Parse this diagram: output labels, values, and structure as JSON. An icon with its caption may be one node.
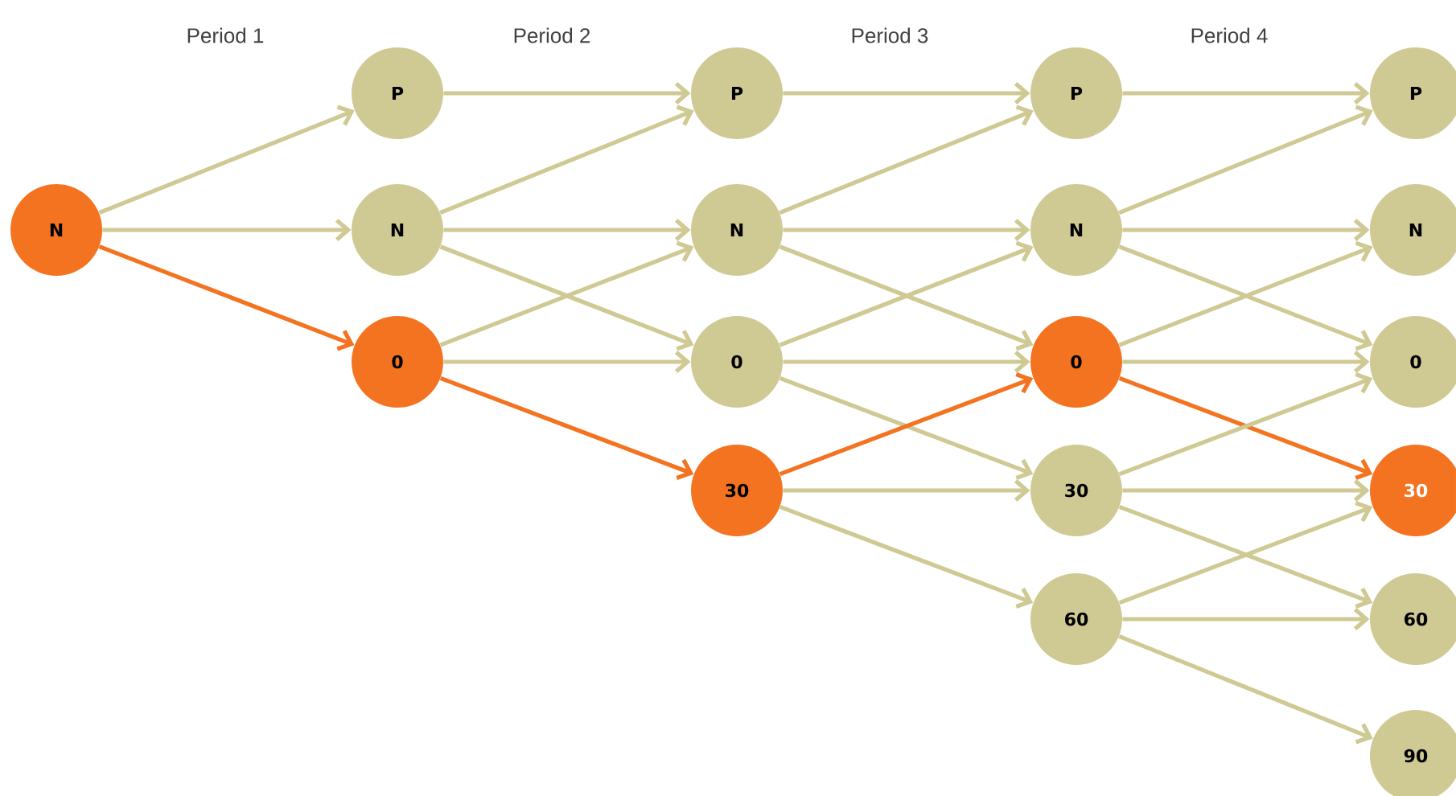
{
  "diagram": {
    "nodes": [
      {
        "text": [
          "N"
        ]
      },
      {
        "text": [
          "P"
        ]
      },
      {
        "text": [
          "N"
        ]
      },
      {
        "text": [
          "0"
        ]
      },
      {
        "text": [
          "P"
        ]
      },
      {
        "text": [
          "N"
        ]
      },
      {
        "text": [
          "0"
        ]
      },
      {
        "text": [
          "30"
        ]
      },
      {
        "text": [
          "P"
        ]
      },
      {
        "text": [
          "N"
        ]
      },
      {
        "text": [
          "0"
        ]
      },
      {
        "text": [
          "30"
        ]
      },
      {
        "text": [
          "60"
        ]
      },
      {
        "text": [
          "P"
        ]
      },
      {
        "text": [
          "N"
        ]
      },
      {
        "text": [
          "0"
        ]
      },
      {
        "text": [
          "30"
        ]
      },
      {
        "text": [
          "60"
        ]
      },
      {
        "text": [
          "90"
        ]
      }
    ],
    "edges": [
      {
        "from": 0,
        "to": 1,
        "arrow": "to"
      },
      {
        "from": 0,
        "to": 2,
        "arrow": "to"
      },
      {
        "from": 0,
        "to": 3,
        "arrow": "to",
        "color": "#f47321"
      },
      {
        "from": 1,
        "to": 4,
        "arrow": "to"
      },
      {
        "from": 2,
        "to": 4,
        "arrow": "to"
      },
      {
        "from": 2,
        "to": 5,
        "arrow": "to"
      },
      {
        "from": 2,
        "to": 6,
        "arrow": "to"
      },
      {
        "from": 3,
        "to": 5,
        "arrow": "to"
      },
      {
        "from": 3,
        "to": 6,
        "arrow": "to"
      },
      {
        "from": 3,
        "to": 7,
        "arrow": "to",
        "color": "#f47321"
      },
      {
        "from": 4,
        "to": 8,
        "arrow": "to"
      },
      {
        "from": 5,
        "to": 8,
        "arrow": "to"
      },
      {
        "from": 5,
        "to": 9,
        "arrow": "to"
      },
      {
        "from": 5,
        "to": 10,
        "arrow": "to"
      },
      {
        "from": 6,
        "to": 9,
        "arrow": "to"
      },
      {
        "from": 6,
        "to": 10,
        "arrow": "to"
      },
      {
        "from": 6,
        "to": 11,
        "arrow": "to"
      },
      {
        "from": 7,
        "to": 10,
        "arrow": "to",
        "color": "#f47321"
      },
      {
        "from": 7,
        "to": 11,
        "arrow": "to"
      },
      {
        "from": 7,
        "to": 12,
        "arrow": "to"
      },
      {
        "from": 8,
        "to": 13,
        "arrow": "to"
      },
      {
        "from": 9,
        "to": 13,
        "arrow": "to"
      },
      {
        "from": 9,
        "to": 14,
        "arrow": "to"
      },
      {
        "from": 9,
        "to": 15,
        "arrow": "to"
      },
      {
        "from": 10,
        "to": 14,
        "arrow": "to"
      },
      {
        "from": 10,
        "to": 15,
        "arrow": "to"
      },
      {
        "from": 10,
        "to": 16,
        "arrow": "to",
        "color": "#f47321"
      },
      {
        "from": 11,
        "to": 15,
        "arrow": "to"
      },
      {
        "from": 11,
        "to": 16,
        "arrow": "to"
      },
      {
        "from": 11,
        "to": 17,
        "arrow": "to"
      },
      {
        "from": 12,
        "to": 16,
        "arrow": "to"
      },
      {
        "from": 12,
        "to": 17,
        "arrow": "to"
      },
      {
        "from": 12,
        "to": 18,
        "arrow": "to"
      }
    ],
    "labels": [
      "Period 1",
      "Period 2",
      "Period 3",
      "Period 4"
    ]
  }
}
